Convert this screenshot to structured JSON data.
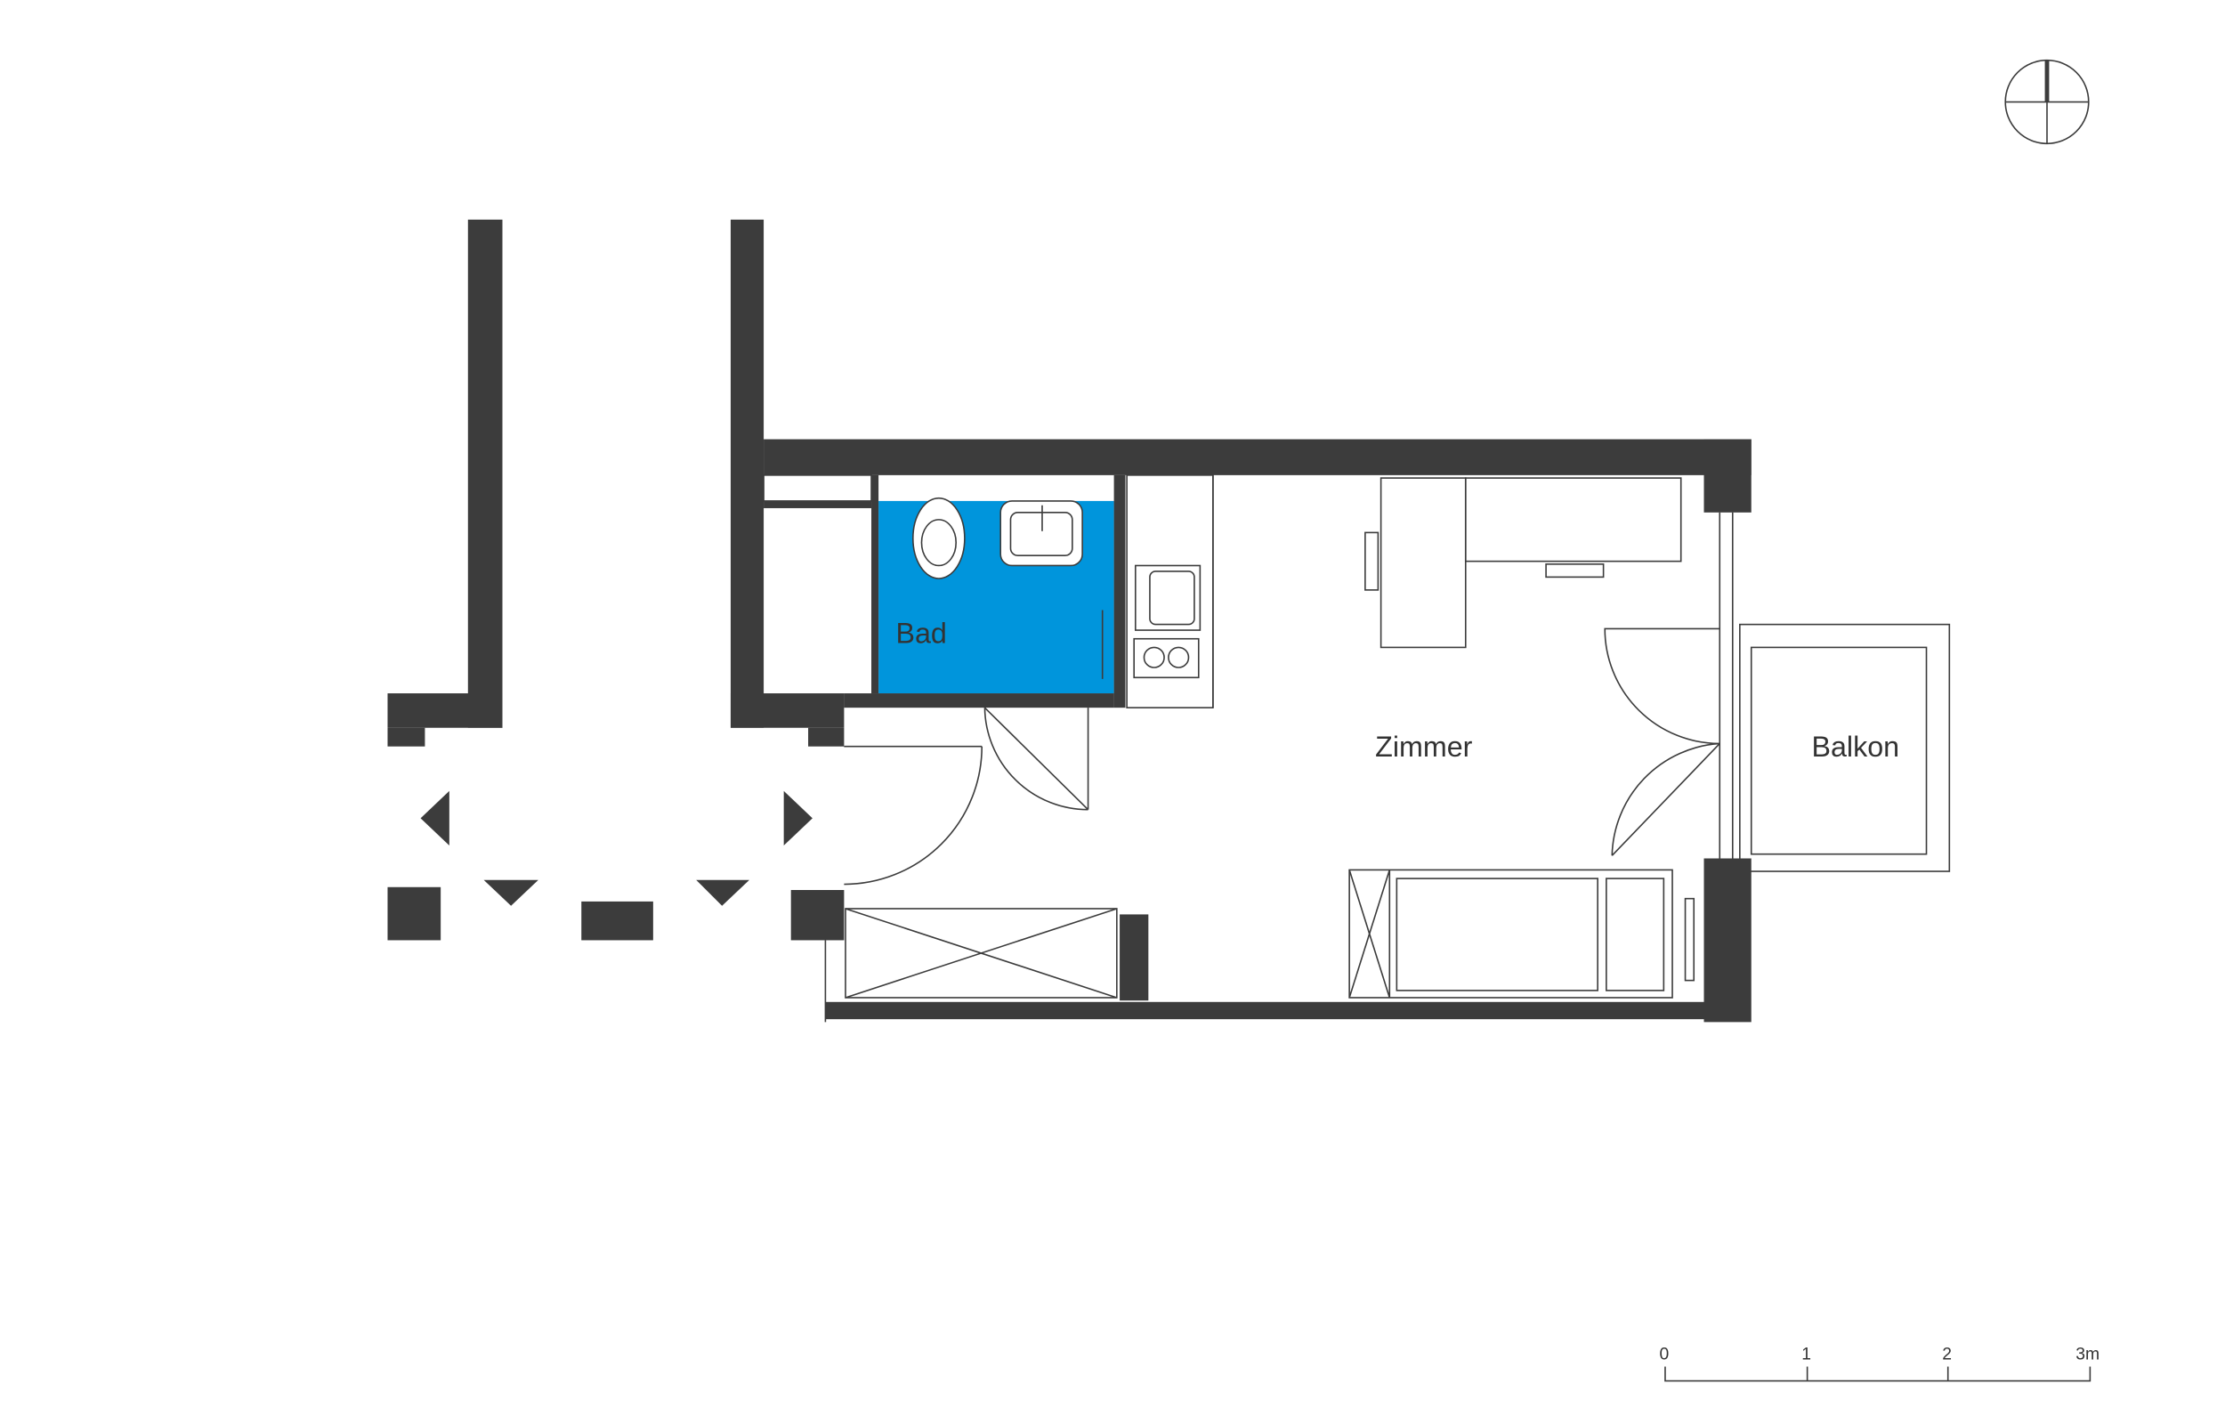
{
  "rooms": {
    "bath": "Bad",
    "room": "Zimmer",
    "balcony": "Balkon"
  },
  "scale_bar": {
    "ticks": [
      "0",
      "1",
      "2",
      "3m"
    ]
  },
  "colors": {
    "wall": "#3c3c3c",
    "bath_highlight": "#0095dc"
  }
}
